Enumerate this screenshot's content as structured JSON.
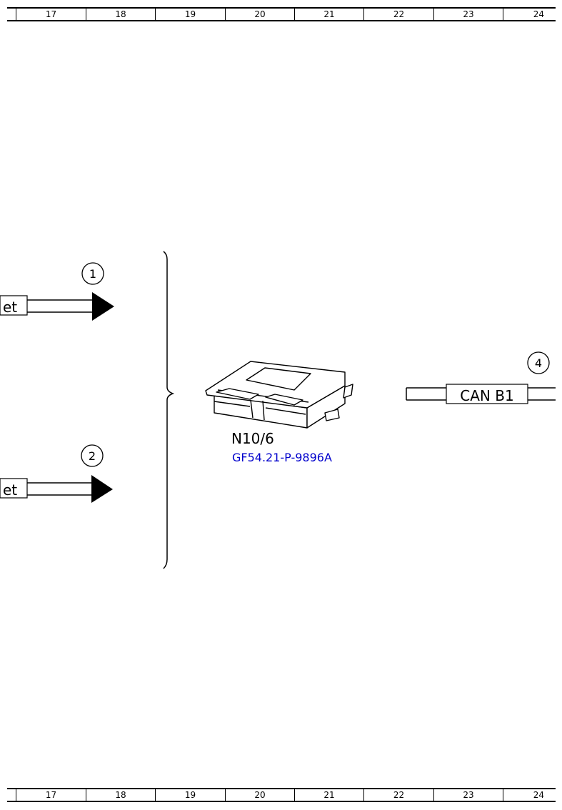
{
  "ruler": {
    "columns": [
      "17",
      "18",
      "19",
      "20",
      "21",
      "22",
      "23",
      "24"
    ]
  },
  "connectors": {
    "input_1": {
      "number": "1",
      "label_fragment": "et"
    },
    "input_2": {
      "number": "2",
      "label_fragment": "et"
    },
    "output_4": {
      "number": "4",
      "label": "CAN B1"
    }
  },
  "component": {
    "code": "N10/6",
    "document_link": "GF54.21-P-9896A"
  }
}
